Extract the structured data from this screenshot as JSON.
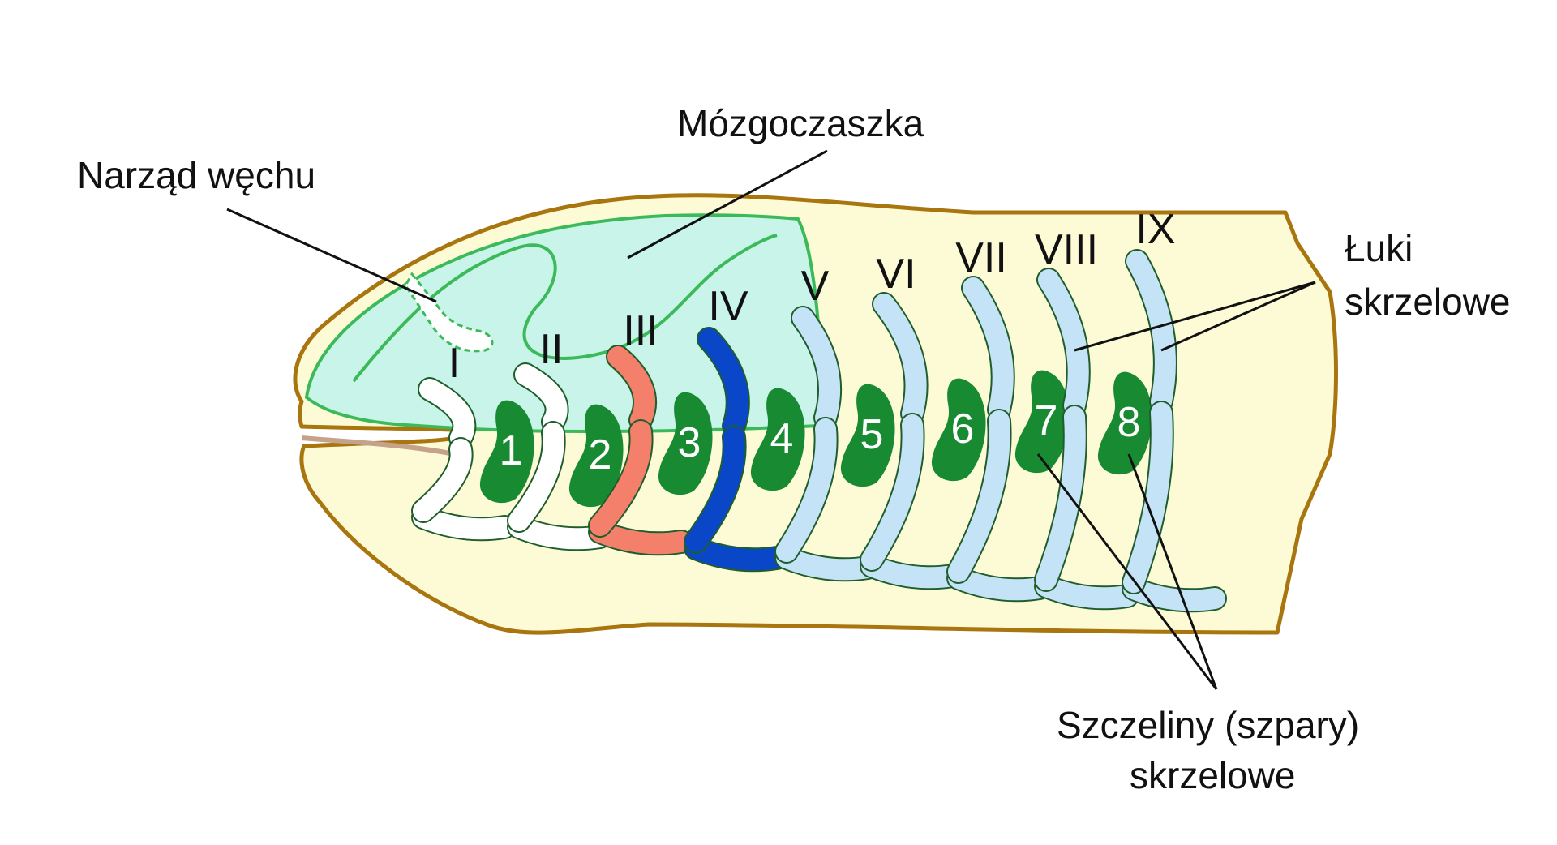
{
  "labels": {
    "olfactory": "Narząd węchu",
    "braincase": "Mózgoczaszka",
    "arches_line1": "Łuki",
    "arches_line2": "skrzelowe",
    "slits_line1": "Szczeliny (szpary)",
    "slits_line2": "skrzelowe"
  },
  "arches": [
    {
      "numeral": "I",
      "color": "#ffffff"
    },
    {
      "numeral": "II",
      "color": "#ffffff"
    },
    {
      "numeral": "III",
      "color": "#f4806c"
    },
    {
      "numeral": "IV",
      "color": "#0a47c8"
    },
    {
      "numeral": "V",
      "color": "#c5e3f7"
    },
    {
      "numeral": "VI",
      "color": "#c5e3f7"
    },
    {
      "numeral": "VII",
      "color": "#c5e3f7"
    },
    {
      "numeral": "VIII",
      "color": "#c5e3f7"
    },
    {
      "numeral": "IX",
      "color": "#c5e3f7"
    }
  ],
  "slits": [
    "1",
    "2",
    "3",
    "4",
    "5",
    "6",
    "7",
    "8"
  ],
  "colors": {
    "body_fill": "#fdfbd6",
    "body_outline": "#a8750f",
    "braincase_fill": "#c8f4ea",
    "braincase_outline": "#3cba5a",
    "slit_fill": "#178a32",
    "arch_outline": "#1f5e2c"
  }
}
